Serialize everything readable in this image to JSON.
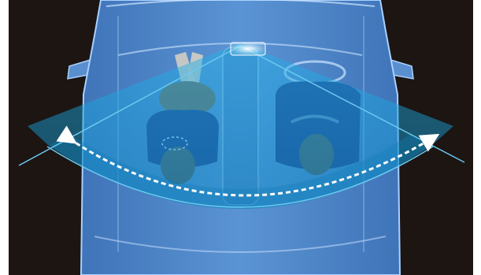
{
  "figure": {
    "subject": "top-down-car-cabin-camera-coverage",
    "occupants": [
      "passenger",
      "driver"
    ],
    "indicator": "bidirectional-sweep-arrow"
  },
  "colors": {
    "background": "#1c1512",
    "frame": "#ffffff",
    "car_body": "#4f86c9",
    "car_outline": "#a9d1ff",
    "field_of_view": "#1aa7df",
    "field_edge": "#6cc9f0",
    "occupant_jacket": "#1e3f8a",
    "occupant_head": "#4c5b63",
    "occupant_pants": "#6e6a5c",
    "camera_light": "#eafcff",
    "arrow": "#ffffff"
  }
}
